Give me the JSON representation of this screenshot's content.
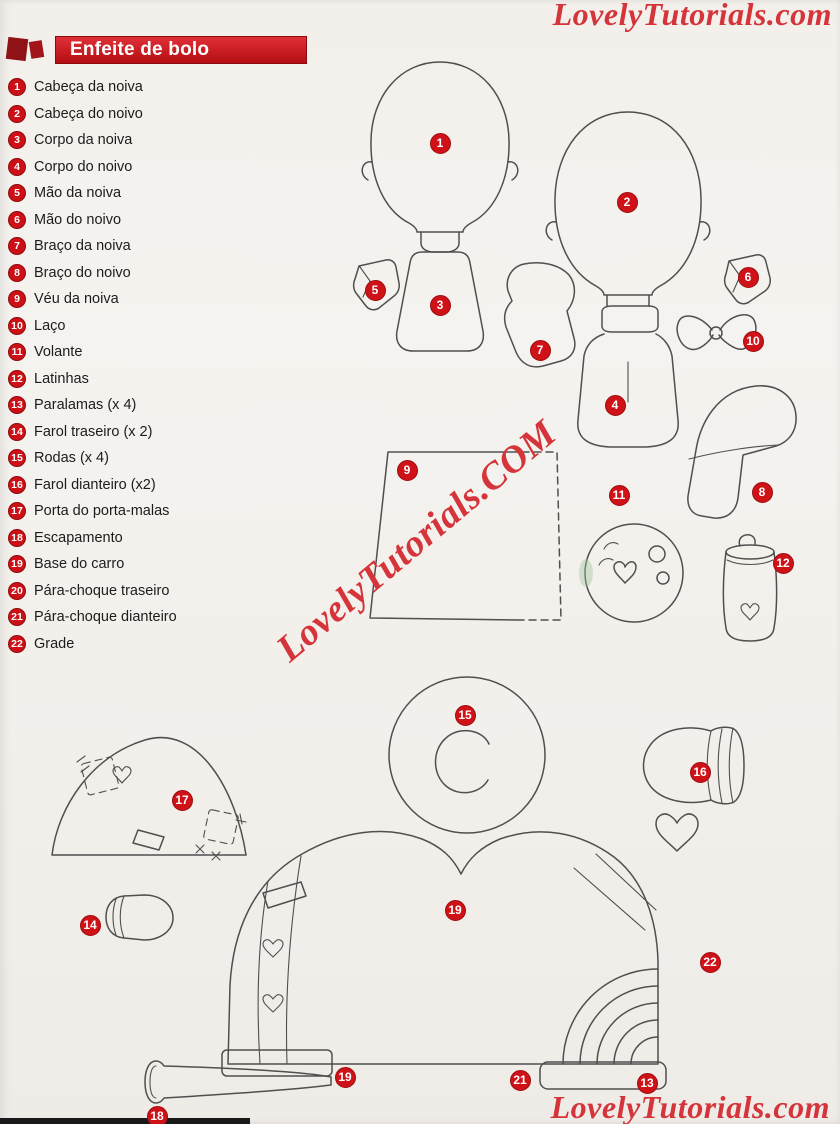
{
  "page": {
    "background": "#f2efeb"
  },
  "colors": {
    "accent_red": "#cc1016",
    "banner_red": "#c3141a",
    "watermark_red": "#d4343a",
    "outline_gray": "#4f4f4f"
  },
  "watermark": {
    "top_right": "LovelyTutorials.com",
    "diagonal": "LovelyTutorials.COM",
    "bottom_right": "LovelyTutorials.com"
  },
  "header": {
    "title": "Enfeite de bolo"
  },
  "legend": {
    "items": [
      {
        "num": "1",
        "label": "Cabeça da noiva"
      },
      {
        "num": "2",
        "label": "Cabeça do noivo"
      },
      {
        "num": "3",
        "label": "Corpo da noiva"
      },
      {
        "num": "4",
        "label": "Corpo do noivo"
      },
      {
        "num": "5",
        "label": "Mão da noiva"
      },
      {
        "num": "6",
        "label": "Mão do noivo"
      },
      {
        "num": "7",
        "label": "Braço da noiva"
      },
      {
        "num": "8",
        "label": "Braço do noivo"
      },
      {
        "num": "9",
        "label": "Véu da noiva"
      },
      {
        "num": "10",
        "label": "Laço"
      },
      {
        "num": "11",
        "label": "Volante"
      },
      {
        "num": "12",
        "label": "Latinhas"
      },
      {
        "num": "13",
        "label": "Paralamas (x 4)"
      },
      {
        "num": "14",
        "label": "Farol traseiro (x 2)"
      },
      {
        "num": "15",
        "label": "Rodas (x 4)"
      },
      {
        "num": "16",
        "label": "Farol dianteiro (x2)"
      },
      {
        "num": "17",
        "label": "Porta do porta-malas"
      },
      {
        "num": "18",
        "label": "Escapamento"
      },
      {
        "num": "19",
        "label": "Base do carro"
      },
      {
        "num": "20",
        "label": "Pára-choque traseiro"
      },
      {
        "num": "21",
        "label": "Pára-choque dianteiro"
      },
      {
        "num": "22",
        "label": "Grade"
      }
    ]
  },
  "markers": [
    {
      "num": "1",
      "part": "cabeca-da-noiva"
    },
    {
      "num": "2",
      "part": "cabeca-do-noivo"
    },
    {
      "num": "5",
      "part": "mao-da-noiva"
    },
    {
      "num": "3",
      "part": "corpo-da-noiva"
    },
    {
      "num": "6",
      "part": "mao-do-noivo"
    },
    {
      "num": "7",
      "part": "braco-da-noiva"
    },
    {
      "num": "10",
      "part": "laco"
    },
    {
      "num": "4",
      "part": "corpo-do-noivo"
    },
    {
      "num": "9",
      "part": "veu-da-noiva"
    },
    {
      "num": "8",
      "part": "braco-do-noivo"
    },
    {
      "num": "11",
      "part": "volante"
    },
    {
      "num": "12",
      "part": "latinhas"
    },
    {
      "num": "15",
      "part": "rodas"
    },
    {
      "num": "16",
      "part": "farol-dianteiro"
    },
    {
      "num": "17",
      "part": "porta-do-porta-malas"
    },
    {
      "num": "14",
      "part": "farol-traseiro"
    },
    {
      "num": "19",
      "part": "base-do-carro"
    },
    {
      "num": "22",
      "part": "grade"
    },
    {
      "num": "19",
      "part": "base-do-carro"
    },
    {
      "num": "21",
      "part": "para-choque-dianteiro"
    },
    {
      "num": "13",
      "part": "paralamas"
    },
    {
      "num": "18",
      "part": "escapamento"
    }
  ]
}
